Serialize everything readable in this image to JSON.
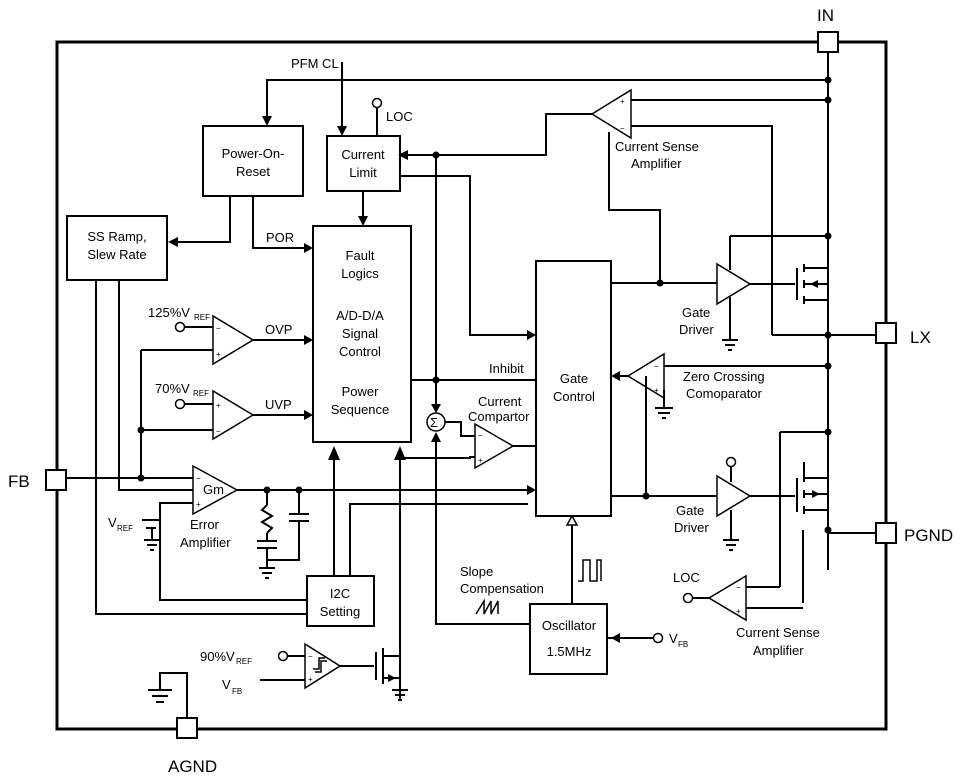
{
  "pins": {
    "in": "IN",
    "lx": "LX",
    "pgnd": "PGND",
    "fb": "FB",
    "agnd": "AGND"
  },
  "blocks": {
    "power_on_reset": [
      "Power-On-",
      "Reset"
    ],
    "current_limit": [
      "Current",
      "Limit"
    ],
    "ss_ramp": [
      "SS Ramp,",
      "Slew Rate"
    ],
    "fault_logic": [
      "Fault",
      "Logics",
      "",
      "A/D-D/A",
      "Signal",
      "Control",
      "",
      "Power",
      "Sequence"
    ],
    "gate_control": [
      "Gate",
      "Control"
    ],
    "i2c": [
      "I2C",
      "Setting"
    ],
    "oscillator": [
      "Oscillator",
      "1.5MHz"
    ]
  },
  "labels": {
    "pfm_cl": "PFM CL",
    "loc_top": "LOC",
    "loc_bottom": "LOC",
    "por": "POR",
    "ovp": "OVP",
    "uvp": "UVP",
    "inhibit": "Inhibit",
    "current_comparator": [
      "Current",
      "Compartor"
    ],
    "current_sense_top": [
      "Current Sense",
      "Amplifier"
    ],
    "current_sense_bottom": [
      "Current Sense",
      "Amplifier"
    ],
    "gate_driver_top": [
      "Gate",
      "Driver"
    ],
    "gate_driver_bottom": [
      "Gate",
      "Driver"
    ],
    "zero_crossing": [
      "Zero Crossing",
      "Comoparator"
    ],
    "error_amp": [
      "Error",
      "Amplifier"
    ],
    "gm": "Gm",
    "slope_comp": [
      "Slope",
      "Compensation"
    ],
    "v125": "125%V",
    "v70": "70%V",
    "v90": "90%V",
    "ref_sub": "REF",
    "vref": "V",
    "vfb": "V",
    "fb_sub": "FB",
    "vfb_osc": "V",
    "sigma": "Σ"
  }
}
